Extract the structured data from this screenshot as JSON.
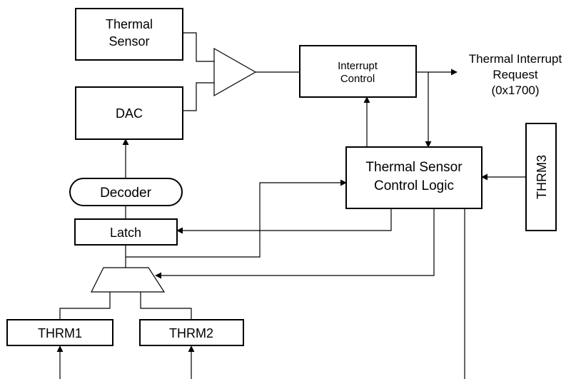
{
  "blocks": {
    "thermal_sensor": [
      "Thermal",
      "Sensor"
    ],
    "dac": "DAC",
    "interrupt_control": [
      "Interrupt",
      "Control"
    ],
    "control_logic": [
      "Thermal Sensor",
      "Control Logic"
    ],
    "decoder": "Decoder",
    "latch": "Latch",
    "thrm1": "THRM1",
    "thrm2": "THRM2",
    "thrm3": "THRM3"
  },
  "output_label": [
    "Thermal Interrupt",
    "Request",
    "(0x1700)"
  ]
}
